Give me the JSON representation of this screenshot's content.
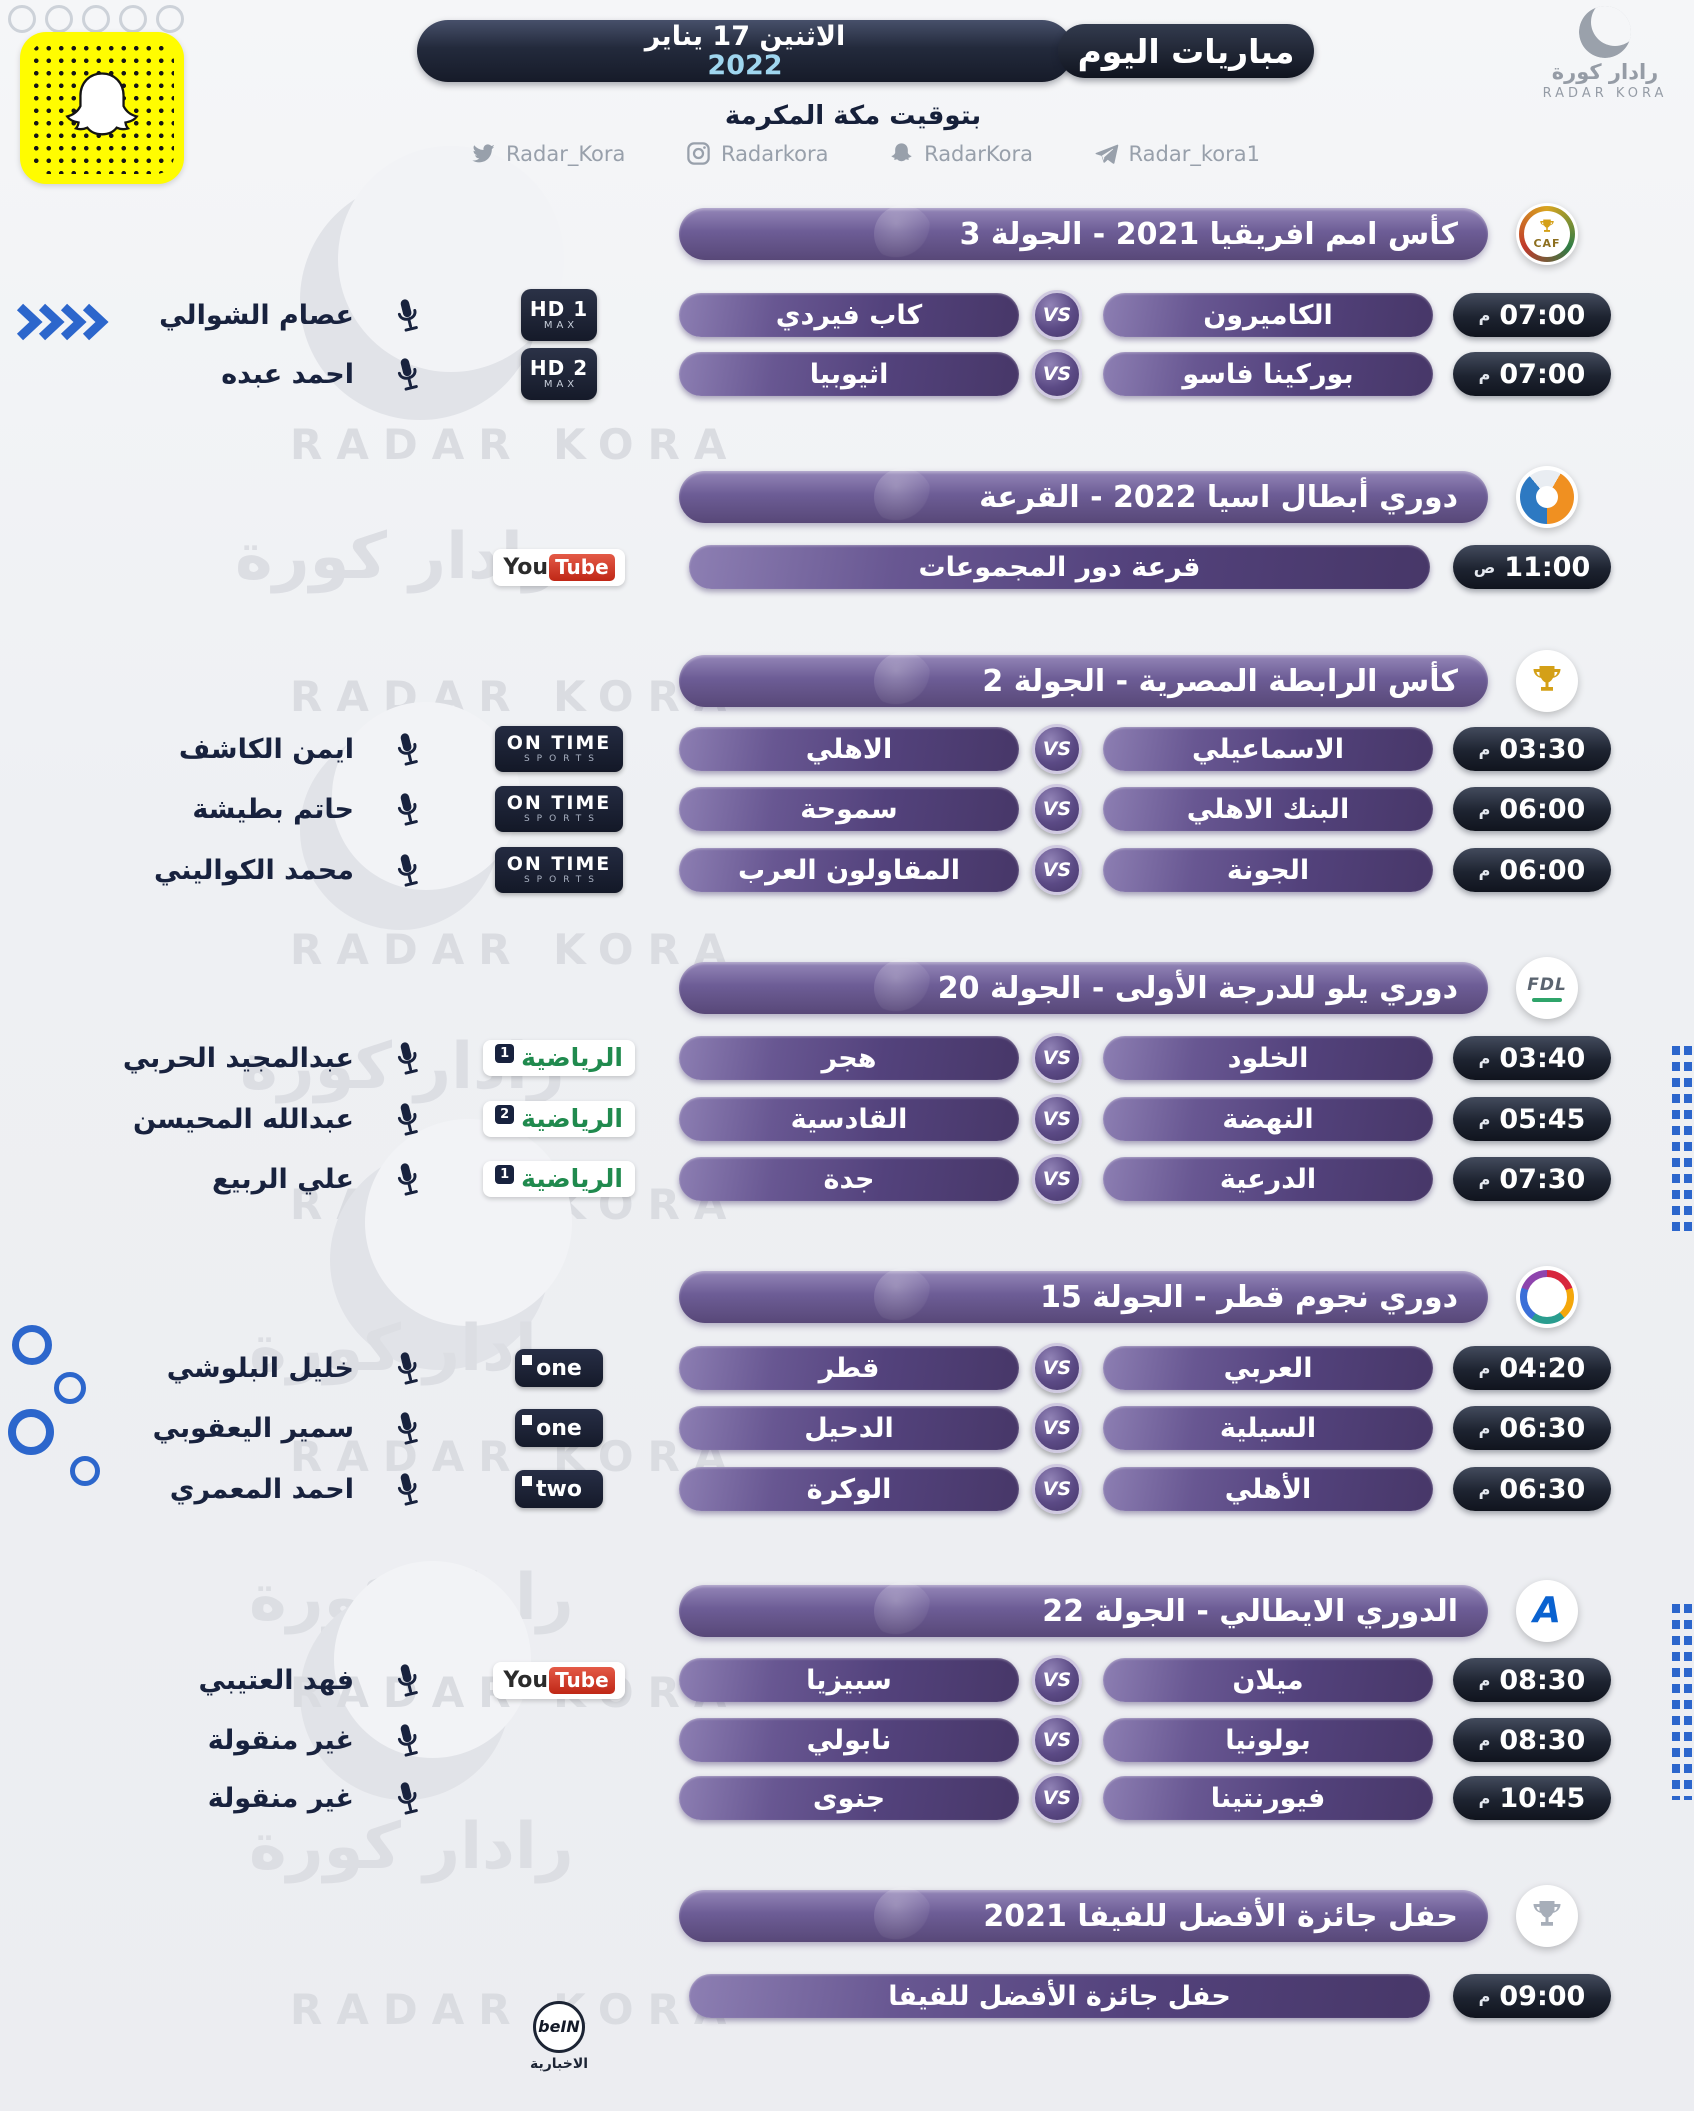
{
  "brand": {
    "name_ar": "رادار كورة",
    "name_en": "RADAR KORA"
  },
  "header": {
    "title": "مباريات اليوم",
    "date_line": "الاثنين 17 يناير",
    "date_year": "2022",
    "timezone_note": "بتوقيت مكة المكرمة",
    "socials": {
      "twitter": "Radar_Kora",
      "instagram": "Radarkora",
      "snapchat": "RadarKora",
      "telegram": "Radar_kora1"
    }
  },
  "labels": {
    "vs": "VS"
  },
  "sections": [
    {
      "title": "كأس امم افريقيا 2021 - الجولة 3",
      "logo_text": "CAF",
      "matches": [
        {
          "time": "07:00",
          "period": "م",
          "team1": "الكاميرون",
          "team2": "كاب فيردي",
          "channel": {
            "l1": "HD 1",
            "l2": "MAX"
          },
          "commentator": "عصام الشوالي"
        },
        {
          "time": "07:00",
          "period": "م",
          "team1": "بوركينا فاسو",
          "team2": "اثيوبيا",
          "channel": {
            "l1": "HD 2",
            "l2": "MAX"
          },
          "commentator": "احمد عبده"
        }
      ]
    },
    {
      "title": "دوري أبطال اسيا 2022 - القرعة",
      "matches": [
        {
          "time": "11:00",
          "period": "ص",
          "event": "قرعة دور المجموعات",
          "channel": {
            "you": "You",
            "tube": "Tube"
          }
        }
      ]
    },
    {
      "title": "كأس الرابطة المصرية - الجولة 2",
      "matches": [
        {
          "time": "03:30",
          "period": "م",
          "team1": "الاسماعيلي",
          "team2": "الاهلي",
          "channel": {
            "l1": "ON TIME",
            "l2": "SPORTS"
          },
          "commentator": "ايمن الكاشف"
        },
        {
          "time": "06:00",
          "period": "م",
          "team1": "البنك الاهلي",
          "team2": "سموحة",
          "channel": {
            "l1": "ON TIME",
            "l2": "SPORTS"
          },
          "commentator": "حاتم بطيشة"
        },
        {
          "time": "06:00",
          "period": "م",
          "team1": "الجونة",
          "team2": "المقاولون العرب",
          "channel": {
            "l1": "ON TIME",
            "l2": "SPORTS"
          },
          "commentator": "محمد الكواليني"
        }
      ]
    },
    {
      "title": "دوري يلو للدرجة الأولى - الجولة 20",
      "logo_text": "FDL",
      "matches": [
        {
          "time": "03:40",
          "period": "م",
          "team1": "الخلود",
          "team2": "هجر",
          "channel": {
            "lbl": "الرياضية",
            "num": "1"
          },
          "commentator": "عبدالمجيد الحربي"
        },
        {
          "time": "05:45",
          "period": "م",
          "team1": "النهضة",
          "team2": "القادسية",
          "channel": {
            "lbl": "الرياضية",
            "num": "2"
          },
          "commentator": "عبدالله المحيسن"
        },
        {
          "time": "07:30",
          "period": "م",
          "team1": "الدرعية",
          "team2": "جدة",
          "channel": {
            "lbl": "الرياضية",
            "num": "1"
          },
          "commentator": "علي الربيع"
        }
      ]
    },
    {
      "title": "دوري نجوم قطر - الجولة 15",
      "matches": [
        {
          "time": "04:20",
          "period": "م",
          "team1": "العربي",
          "team2": "قطر",
          "channel": {
            "lbl": "one"
          },
          "commentator": "خليل البلوشي"
        },
        {
          "time": "06:30",
          "period": "م",
          "team1": "السيلية",
          "team2": "الدحيل",
          "channel": {
            "lbl": "one"
          },
          "commentator": "سمير اليعقوبي"
        },
        {
          "time": "06:30",
          "period": "م",
          "team1": "الأهلي",
          "team2": "الوكرة",
          "channel": {
            "lbl": "two"
          },
          "commentator": "احمد المعمري"
        }
      ]
    },
    {
      "title": "الدوري الايطالي - الجولة 22",
      "logo_text": "A",
      "matches": [
        {
          "time": "08:30",
          "period": "م",
          "team1": "ميلان",
          "team2": "سبيزيا",
          "channel": {
            "you": "You",
            "tube": "Tube"
          },
          "commentator": "فهد العتيبي"
        },
        {
          "time": "08:30",
          "period": "م",
          "team1": "بولونيا",
          "team2": "نابولي",
          "commentator": "غير منقولة"
        },
        {
          "time": "10:45",
          "period": "م",
          "team1": "فيورنتينا",
          "team2": "جنوى",
          "commentator": "غير منقولة"
        }
      ]
    },
    {
      "title": "حفل جائزة الأفضل للفيفا 2021",
      "matches": [
        {
          "time": "09:00",
          "period": "م",
          "event": "حفل جائزة الأفضل للفيفا",
          "channel": {
            "lbl": "beIN",
            "sub": "الاخبارية"
          }
        }
      ]
    }
  ]
}
